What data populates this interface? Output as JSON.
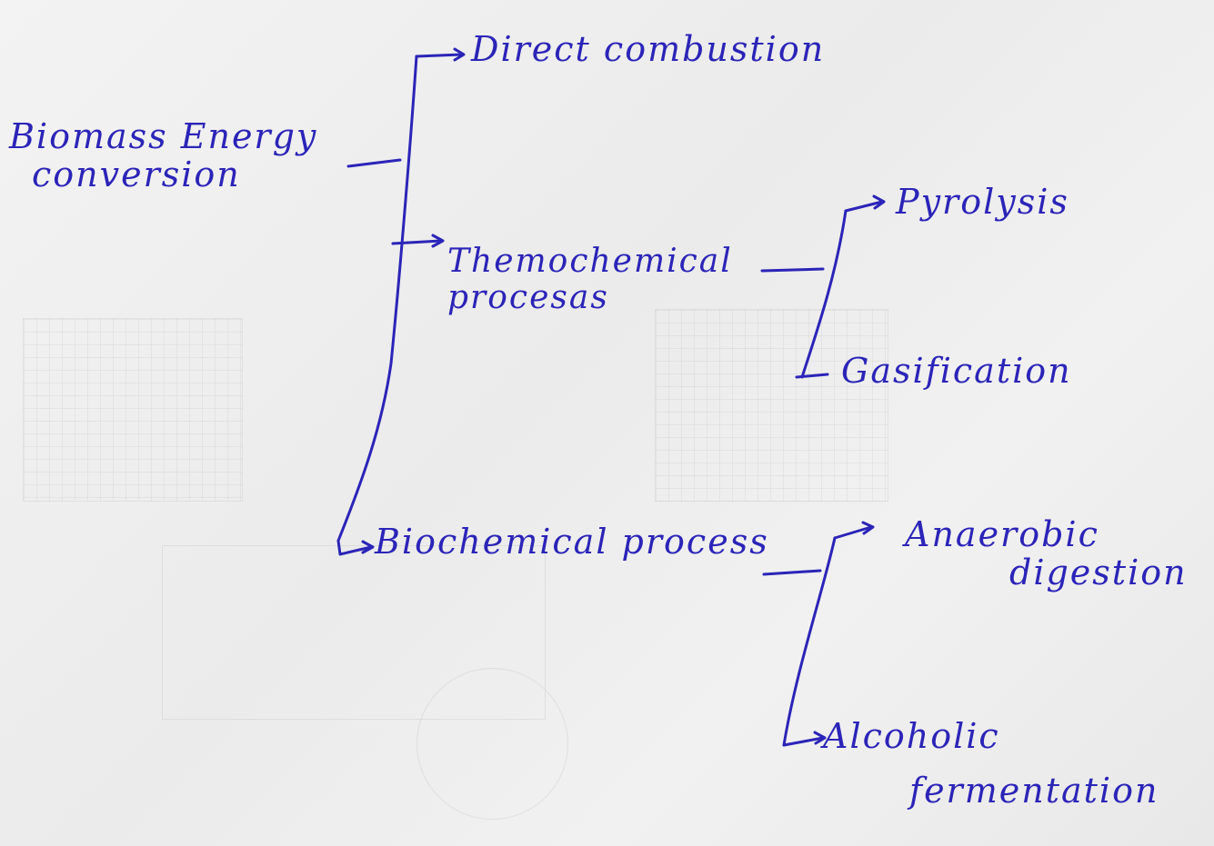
{
  "diagram": {
    "root": {
      "line1": "Biomass Energy",
      "line2": "conversion"
    },
    "direct": "Direct combustion",
    "thermo": {
      "line1": "Themochemical",
      "line2": "procesas"
    },
    "pyrolysis": "Pyrolysis",
    "gasification": "Gasification",
    "bio": "Biochemical process",
    "anaerobic": {
      "line1": "Anaerobic",
      "line2": "digestion"
    },
    "alcoholic": {
      "line1": "Alcoholic",
      "line2": "fermentation"
    }
  },
  "colors": {
    "ink": "#2b24b8",
    "paper": "#efefef"
  }
}
